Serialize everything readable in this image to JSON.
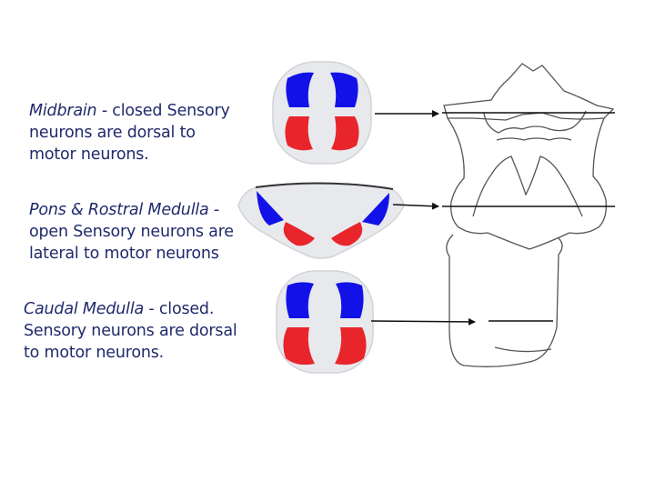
{
  "sections": [
    {
      "name": "Midbrain",
      "status": "closed",
      "description_line1": "Sensory",
      "description_line2": "neurons are dorsal to",
      "description_line3": "motor neurons."
    },
    {
      "name": "Pons & Rostral Medulla",
      "status": "",
      "description_line1": "open Sensory neurons are",
      "description_line2": "lateral to motor neurons"
    },
    {
      "name": "Caudal Medulla",
      "status": "closed.",
      "description_line1": "Sensory neurons are dorsal",
      "description_line2": "to motor neurons."
    }
  ],
  "colors": {
    "sensory": "#1212e8",
    "motor": "#e8252b",
    "section_fill": "#e8e9ec",
    "outline": "#555555"
  }
}
